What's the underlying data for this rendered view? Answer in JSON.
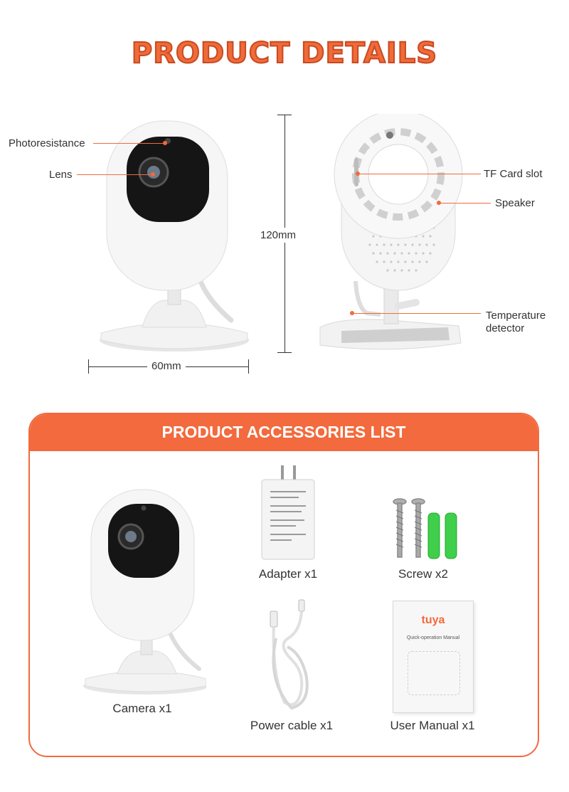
{
  "header": {
    "title": "PRODUCT DETAILS"
  },
  "details": {
    "callouts": {
      "photoresistance": "Photoresistance",
      "lens": "Lens",
      "tf_card_slot": "TF Card slot",
      "speaker": "Speaker",
      "temperature_detector_line1": "Temperature",
      "temperature_detector_line2": "detector"
    },
    "dimensions": {
      "height": "120mm",
      "width": "60mm"
    }
  },
  "accessories": {
    "title": "PRODUCT ACCESSORIES LIST",
    "camera": "Camera x1",
    "adapter": "Adapter x1",
    "screw": "Screw x2",
    "power_cable": "Power cable x1",
    "user_manual": "User Manual x1",
    "manual_brand": "tuya",
    "manual_subtitle": "Quick-operation Manual"
  },
  "colors": {
    "accent": "#f26a3d",
    "title_orange": "#f06a3a",
    "screw_anchor_green": "#3fcf4a"
  }
}
